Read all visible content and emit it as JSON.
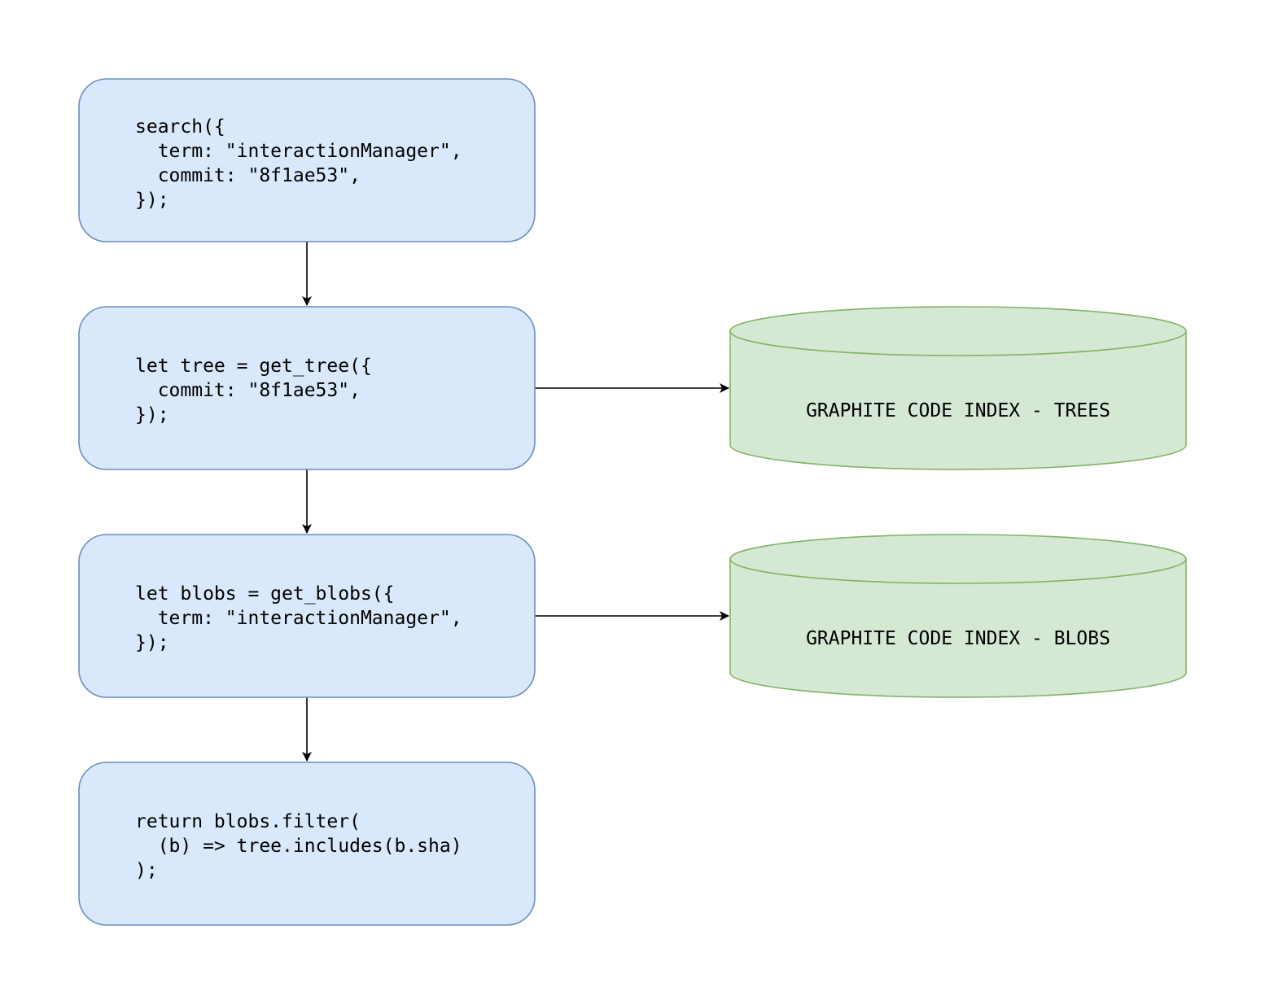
{
  "colors": {
    "process_fill": "#dae8fc",
    "process_stroke": "#6c8ebf",
    "db_fill": "#d5e8d4",
    "db_stroke": "#82b366",
    "arrow": "#000000"
  },
  "steps": [
    {
      "lines": [
        "search({",
        "  term: \"interactionManager\",",
        "  commit: \"8f1ae53\",",
        "});"
      ]
    },
    {
      "lines": [
        "let tree = get_tree({",
        "  commit: \"8f1ae53\",",
        "});"
      ]
    },
    {
      "lines": [
        "let blobs = get_blobs({",
        "  term: \"interactionManager\",",
        "});"
      ]
    },
    {
      "lines": [
        "return blobs.filter(",
        "  (b) => tree.includes(b.sha)",
        ");"
      ]
    }
  ],
  "databases": [
    {
      "label": "GRAPHITE CODE INDEX - TREES"
    },
    {
      "label": "GRAPHITE CODE INDEX - BLOBS"
    }
  ]
}
